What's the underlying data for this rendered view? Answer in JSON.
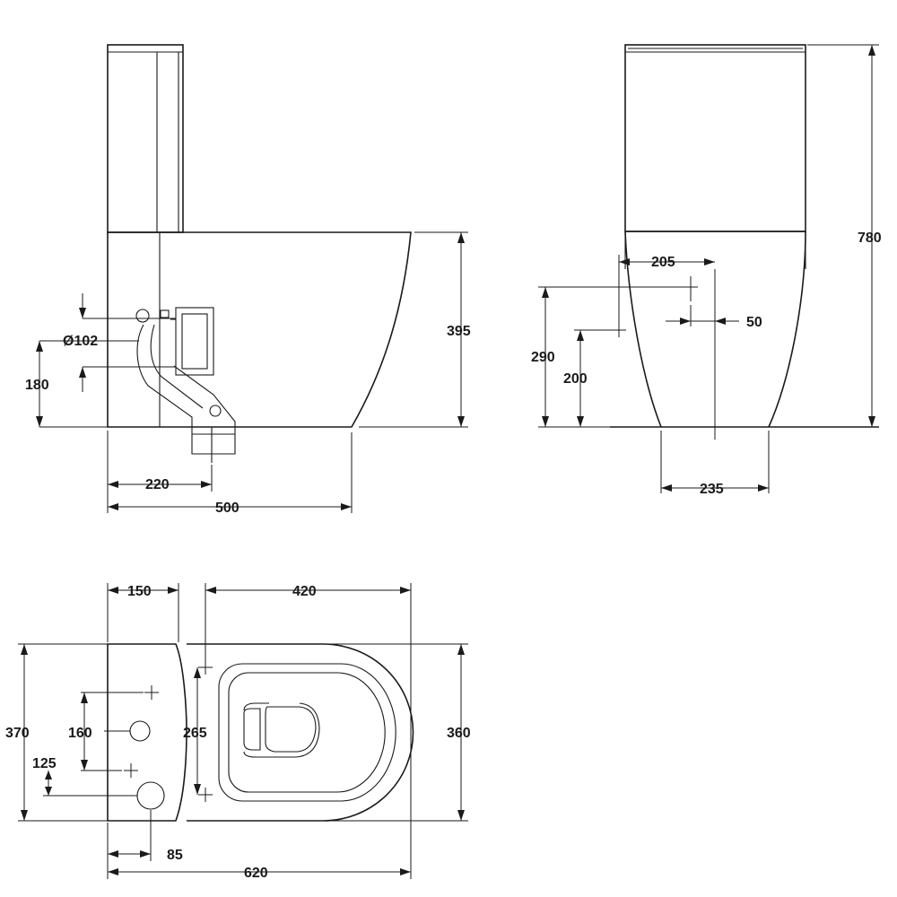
{
  "drawing": {
    "side_view": {
      "dims": {
        "outlet_diameter": "Ø102",
        "outlet_height": "180",
        "bowl_height": "395",
        "outlet_offset": "220",
        "projection": "500"
      }
    },
    "front_view": {
      "dims": {
        "inlet_offset": "205",
        "inlet_spacing": "50",
        "total_height": "780",
        "inlet_height_high": "290",
        "inlet_height_low": "200",
        "base_width": "235"
      }
    },
    "top_view": {
      "dims": {
        "cistern_depth": "150",
        "bowl_length": "420",
        "cistern_width": "370",
        "hole_spacing": "160",
        "hole_offset": "125",
        "fixing_spacing": "265",
        "bowl_width": "360",
        "hole_from_wall": "85",
        "total_length": "620"
      }
    }
  }
}
